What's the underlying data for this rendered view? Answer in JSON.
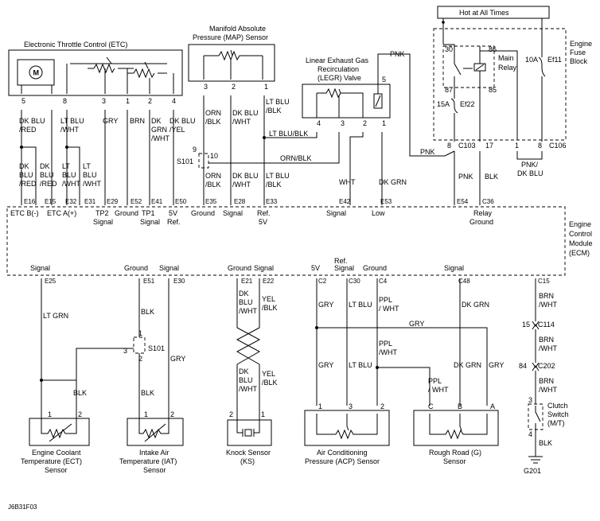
{
  "modules": {
    "etc": "Electronic Throttle Control (ETC)",
    "map": [
      "Manifold Absolute",
      "Pressure (MAP) Sensor"
    ],
    "legr": [
      "Linear Exhaust Gas",
      "Recirculation",
      "(LEGR) Valve"
    ],
    "hot": "Hot at All Times",
    "fuse_block": [
      "Engine",
      "Fuse",
      "Block"
    ],
    "main_relay": [
      "Main",
      "Relay"
    ],
    "ecm": [
      "Engine",
      "Control",
      "Module",
      "(ECM)"
    ],
    "ect": [
      "Engine Coolant",
      "Temperature (ECT)",
      "Sensor"
    ],
    "iat": [
      "Intake Air",
      "Temperature (IAT)",
      "Sensor"
    ],
    "ks": [
      "Knock Sensor",
      "(KS)"
    ],
    "acp": [
      "Air Conditioning",
      "Pressure (ACP) Sensor"
    ],
    "rough_road": [
      "Rough Road (G)",
      "Sensor"
    ],
    "clutch": [
      "Clutch",
      "Switch",
      "(M/T)"
    ]
  },
  "fuses": {
    "ef22": "Ef22",
    "ef22_amp": "15A",
    "ef11": "Ef11",
    "ef11_amp": "10A"
  },
  "splices": {
    "s101": "S101"
  },
  "grounds": {
    "g201": "G201"
  },
  "footer_code": "J6B31F03",
  "pins": {
    "etc": [
      "5",
      "8",
      "3",
      "1",
      "2",
      "4"
    ],
    "map": [
      "3",
      "2",
      "1"
    ],
    "legr_top": "5",
    "legr": [
      "4",
      "3",
      "2",
      "1"
    ],
    "relay": [
      "30",
      "86",
      "87",
      "85"
    ],
    "fuse_conn": [
      "8",
      "17",
      "1",
      "8"
    ],
    "s101_top": [
      "9",
      "10"
    ],
    "s101_lower": [
      "1",
      "3",
      "2"
    ],
    "ect": [
      "1",
      "2"
    ],
    "iat": [
      "1",
      "2"
    ],
    "ks": [
      "2",
      "1"
    ],
    "acp": [
      "1",
      "3",
      "2"
    ],
    "rr": [
      "C",
      "B",
      "A"
    ],
    "c114": "15",
    "c202": "84",
    "clutch": [
      "3",
      "4"
    ]
  },
  "connectors": {
    "c103": "C103",
    "c106": "C106",
    "c114": "C114",
    "c202": "C202",
    "e16": "E16",
    "e15": "E15",
    "e32": "E32",
    "e31": "E31",
    "e29": "E29",
    "e52": "E52",
    "e41": "E41",
    "e50": "E50",
    "e35": "E35",
    "e28": "E28",
    "e33": "E33",
    "e42": "E42",
    "e53": "E53",
    "e54": "E54",
    "c36": "C36",
    "e25": "E25",
    "e51": "E51",
    "e30": "E30",
    "e21": "E21",
    "e22": "E22",
    "c2": "C2",
    "c30": "C30",
    "c4": "C4",
    "c48": "C48",
    "c15": "C15"
  },
  "wires": {
    "dk_blu_red": [
      "DK BLU",
      "/RED"
    ],
    "lt_blu_wht": [
      "LT BLU",
      "/WHT"
    ],
    "gry": "GRY",
    "brn": "BRN",
    "dk_grn_wht": [
      "DK",
      "GRN",
      "/WHT"
    ],
    "dk_blu_yel": [
      "DK BLU",
      "/YEL"
    ],
    "dk_blu_red_stack": [
      "DK",
      "BLU",
      "/RED"
    ],
    "lt_blu_wht_stack": [
      "LT",
      "BLU",
      "/WHT"
    ],
    "orn_blk": [
      "ORN",
      "/BLK"
    ],
    "dk_blu_wht": [
      "DK BLU",
      "/WHT"
    ],
    "lt_blu_blk": [
      "LT BLU",
      "/BLK"
    ],
    "lt_blu_blk_inline": "LT BLU/BLK",
    "orn_blk_inline": "ORN/BLK",
    "pnk": "PNK",
    "wht": "WHT",
    "dk_grn": "DK GRN",
    "blk": "BLK",
    "pnk_dk_blu": [
      "PNK/",
      "DK BLU"
    ],
    "lt_grn": "LT GRN",
    "dk_blu_wht_stack": [
      "DK",
      "BLU",
      "/WHT"
    ],
    "yel_blk": [
      "YEL",
      "/BLK"
    ],
    "lt_blu": "LT BLU",
    "ppl_wht": [
      "PPL",
      "/ WHT"
    ],
    "ppl_wht_b": [
      "PPL",
      "/WHT"
    ],
    "ppl_wht_c": [
      "PPL",
      "/ WHT"
    ],
    "dk_grn_b": "DK GRN",
    "brn_wht": [
      "BRN",
      "/WHT"
    ]
  },
  "signals_top": {
    "etc_b": "ETC B(-)",
    "etc_a": "ETC A(+)",
    "tp2": [
      "TP2",
      "Signal"
    ],
    "ground1": "Ground",
    "tp1": [
      "TP1",
      "Signal"
    ],
    "ref5v_a": [
      "5V",
      "Ref."
    ],
    "ground2": "Ground",
    "signal_map": "Signal",
    "ref5v_b": [
      "Ref.",
      "5V"
    ],
    "signal_legr": "Signal",
    "low": "Low",
    "relay_ground": [
      "Relay",
      "Ground"
    ]
  },
  "signals_bottom": {
    "ect_signal": "Signal",
    "iat_ground": "Ground",
    "iat_signal": "Signal",
    "ks_ground": "Ground",
    "ks_signal": "Signal",
    "acp_5v": "5V",
    "acp_ref_signal": [
      "Ref.",
      "Signal"
    ],
    "acp_ground": "Ground",
    "rr_signal": "Signal"
  }
}
